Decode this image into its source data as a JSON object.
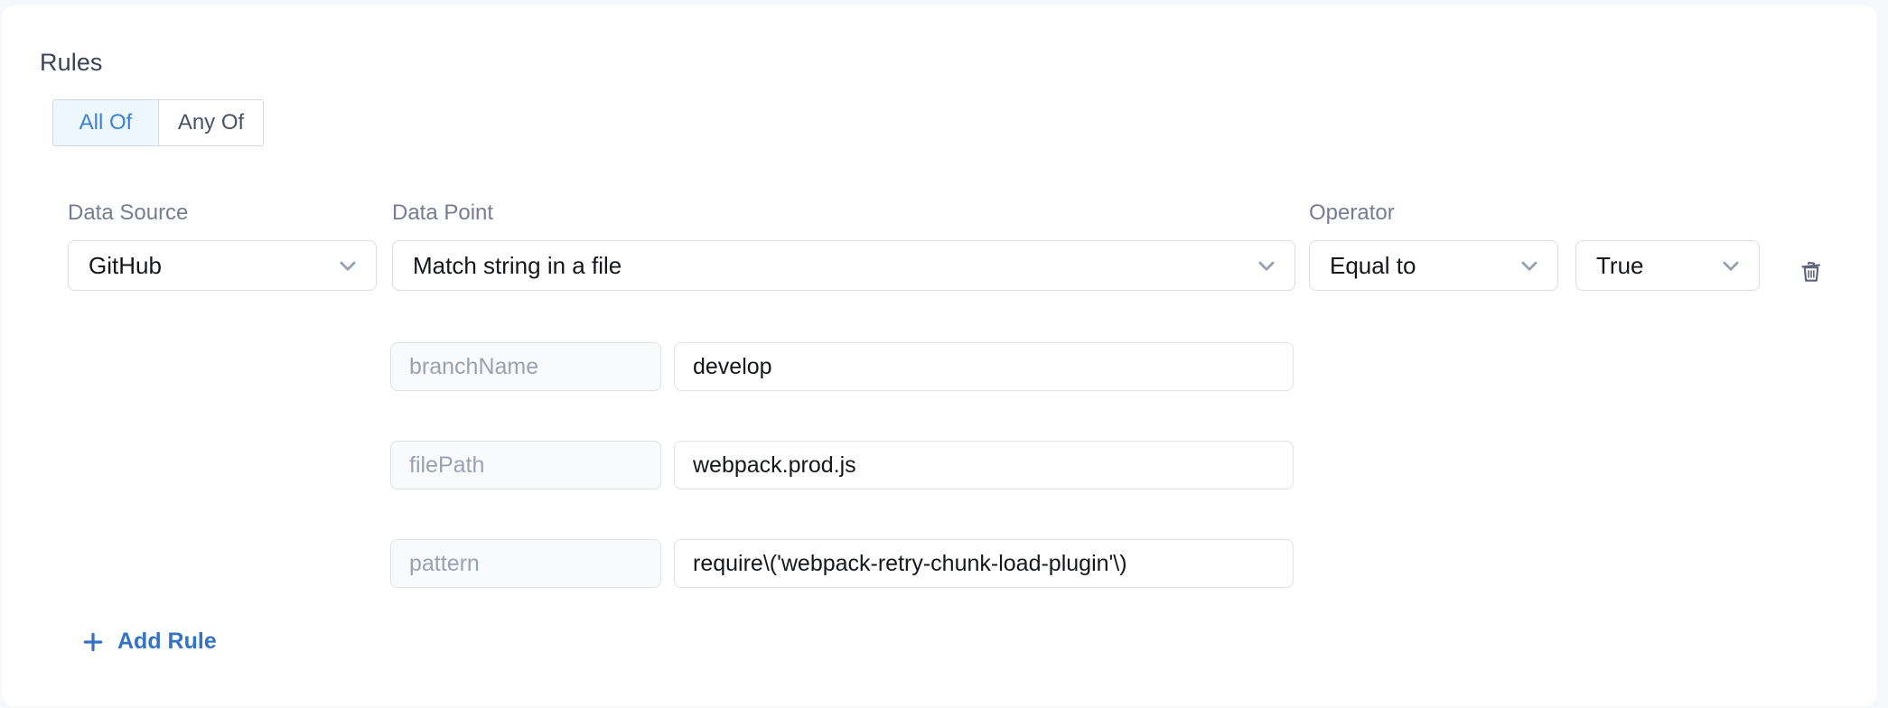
{
  "section": {
    "title": "Rules"
  },
  "match_toggle": {
    "options": [
      {
        "label": "All Of",
        "selected": true
      },
      {
        "label": "Any Of",
        "selected": false
      }
    ]
  },
  "columns": {
    "data_source_label": "Data Source",
    "data_point_label": "Data Point",
    "operator_label": "Operator"
  },
  "rule": {
    "data_source": {
      "value": "GitHub",
      "icon": "chevron-down-icon"
    },
    "data_point": {
      "value": "Match string in a file",
      "icon": "chevron-down-icon"
    },
    "operator": {
      "value": "Equal to",
      "icon": "chevron-down-icon"
    },
    "operand": {
      "value": "True",
      "icon": "chevron-down-icon"
    },
    "delete_icon": "trash-icon",
    "parameters": [
      {
        "key": "branchName",
        "value": "develop"
      },
      {
        "key": "filePath",
        "value": "webpack.prod.js"
      },
      {
        "key": "pattern",
        "value": "require\\('webpack-retry-chunk-load-plugin'\\)"
      }
    ]
  },
  "actions": {
    "add_rule_label": "Add Rule",
    "add_rule_icon": "plus-icon"
  },
  "colors": {
    "accent_blue": "#3372c7",
    "toggle_active_text": "#3b82d6",
    "toggle_active_bg": "#eef7fd",
    "label_gray": "#767c93",
    "border_gray": "#dcdce6",
    "placeholder_gray": "#9ba1b4",
    "page_bg": "#f7f8fb",
    "card_bg": "#ffffff"
  }
}
